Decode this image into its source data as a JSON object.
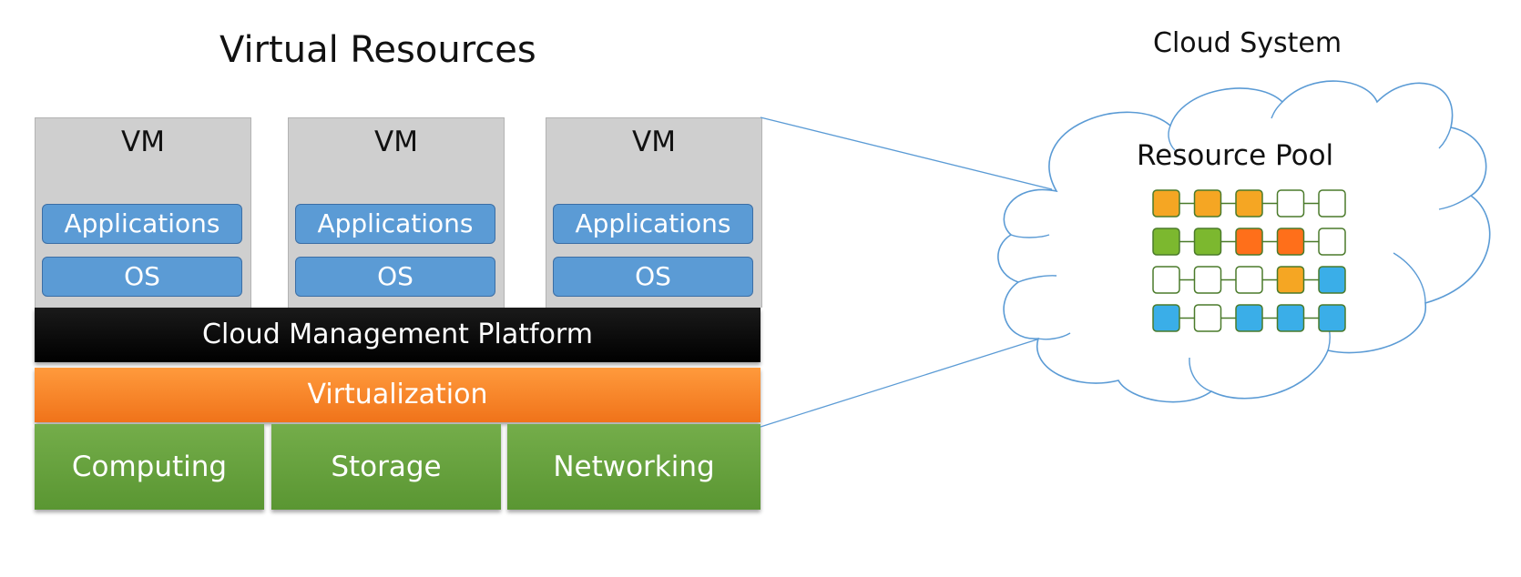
{
  "left_title": "Virtual Resources",
  "vms": [
    {
      "label": "VM",
      "app": "Applications",
      "os": "OS"
    },
    {
      "label": "VM",
      "app": "Applications",
      "os": "OS"
    },
    {
      "label": "VM",
      "app": "Applications",
      "os": "OS"
    }
  ],
  "platform": "Cloud Management Platform",
  "virtualization": "Virtualization",
  "hardware": [
    "Computing",
    "Storage",
    "Networking"
  ],
  "cloud": {
    "title": "Cloud System",
    "pool_title": "Resource Pool",
    "pool_rows": [
      [
        "orange",
        "orange",
        "orange",
        "empty",
        "empty"
      ],
      [
        "green",
        "green",
        "dark-orange",
        "dark-orange",
        "empty"
      ],
      [
        "empty",
        "empty",
        "empty",
        "orange",
        "blue"
      ],
      [
        "blue",
        "empty",
        "blue",
        "blue",
        "blue"
      ]
    ]
  },
  "colors": {
    "orange": "#f5a623",
    "dark-orange": "#ff6f1a",
    "green": "#7cb82f",
    "blue": "#3aaee8",
    "empty": "#ffffff",
    "cell_border": "#4a7a2a",
    "cloud_stroke": "#5b9bd5"
  }
}
